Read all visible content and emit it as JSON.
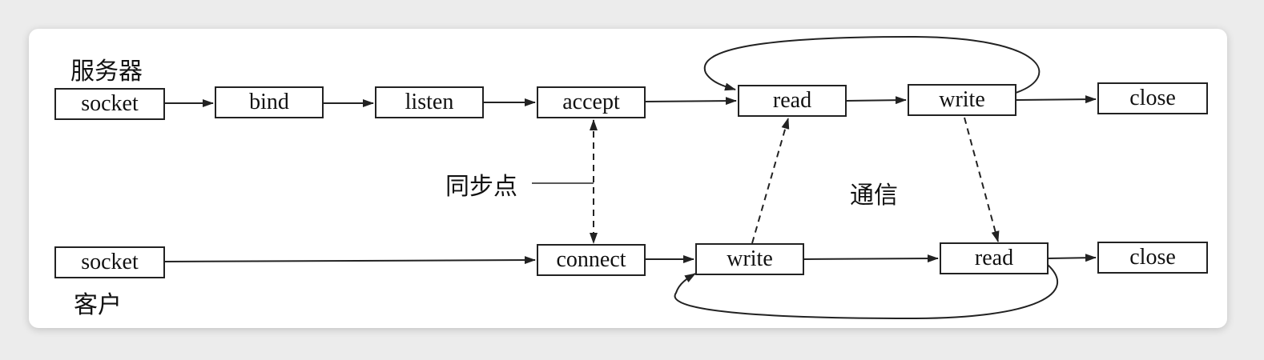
{
  "labels": {
    "server": "服务器",
    "client": "客户",
    "sync_point": "同步点",
    "communication": "通信"
  },
  "server_row": {
    "socket": "socket",
    "bind": "bind",
    "listen": "listen",
    "accept": "accept",
    "read": "read",
    "write": "write",
    "close": "close"
  },
  "client_row": {
    "socket": "socket",
    "connect": "connect",
    "write": "write",
    "read": "read",
    "close": "close"
  },
  "colors": {
    "line": "#222222",
    "background": "#ffffff",
    "frame": "#ececec"
  }
}
